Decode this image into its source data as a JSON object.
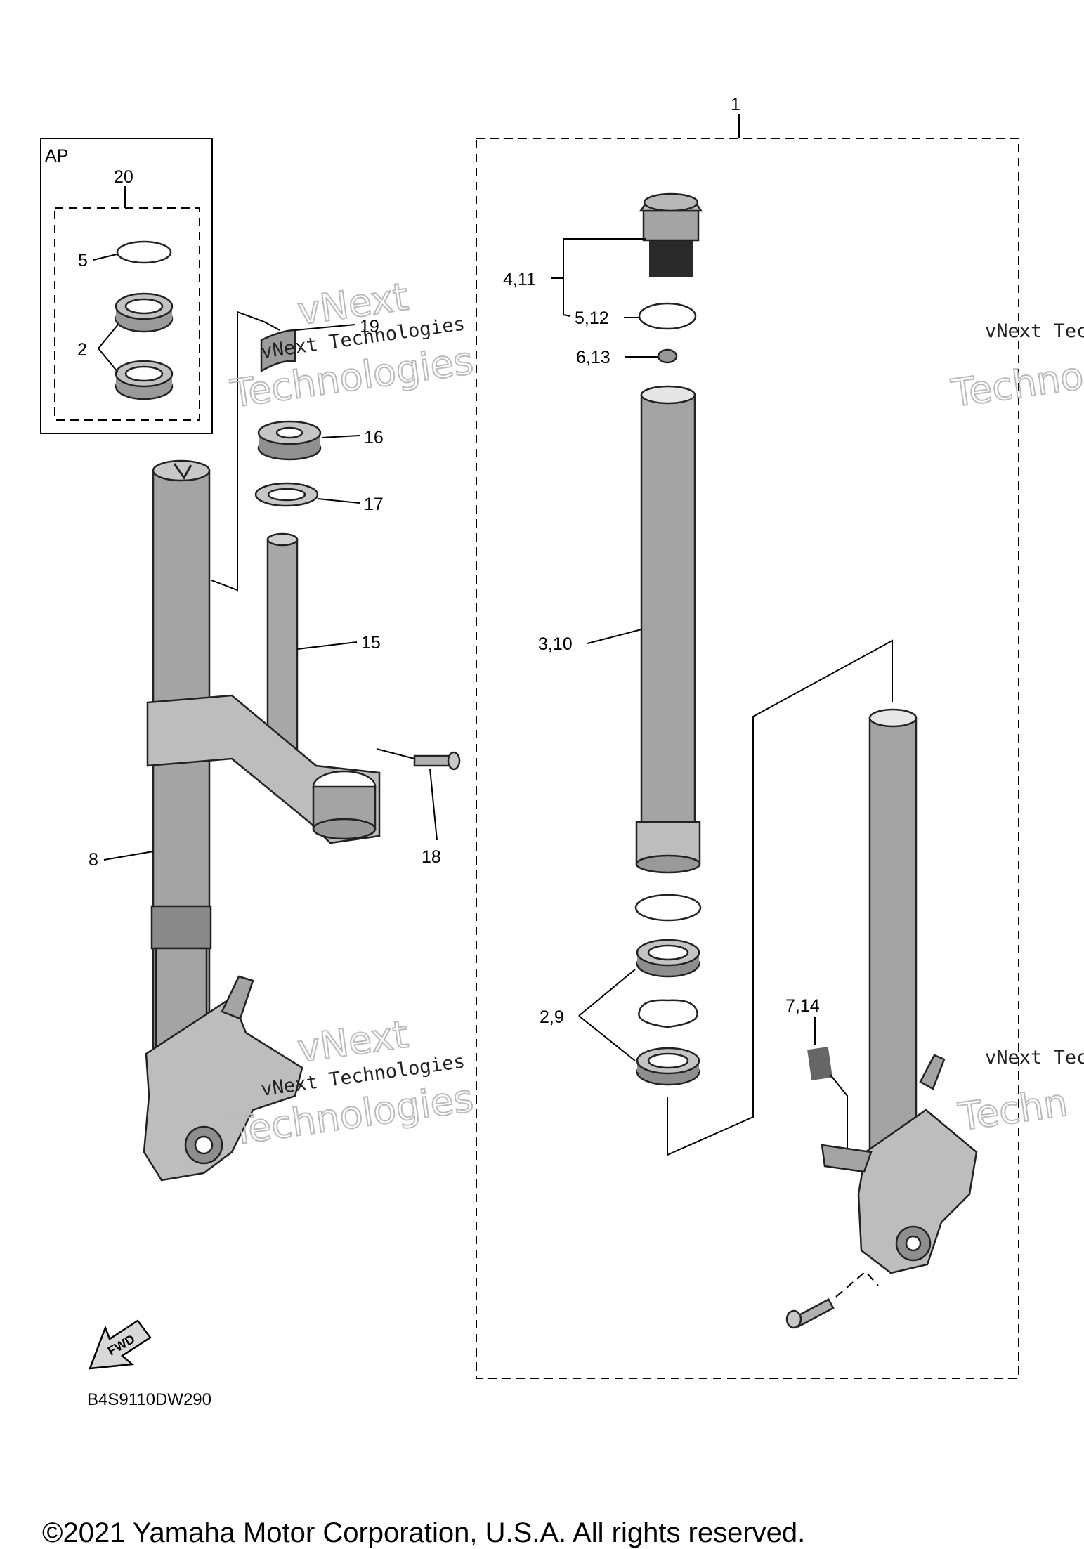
{
  "kit_label": "AP",
  "callouts": {
    "c1": "1",
    "c20": "20",
    "c5": "5",
    "c2": "2",
    "c19": "19",
    "c16": "16",
    "c17": "17",
    "c15": "15",
    "c18": "18",
    "c8": "8",
    "c4_11": "4,11",
    "c5_12": "5,12",
    "c6_13": "6,13",
    "c3_10": "3,10",
    "c2_9": "2,9",
    "c7_14": "7,14"
  },
  "watermark": {
    "line": "vNext Technologies",
    "word_a": "vNext",
    "word_b": "Technologies",
    "edge_a": "vNext Tec",
    "edge_b": "Techno",
    "edge_c": "Techn"
  },
  "fwd_icon_text": "FWD",
  "diagram_code": "B4S9110DW290",
  "copyright": "©2021 Yamaha Motor Corporation, U.S.A. All rights reserved."
}
